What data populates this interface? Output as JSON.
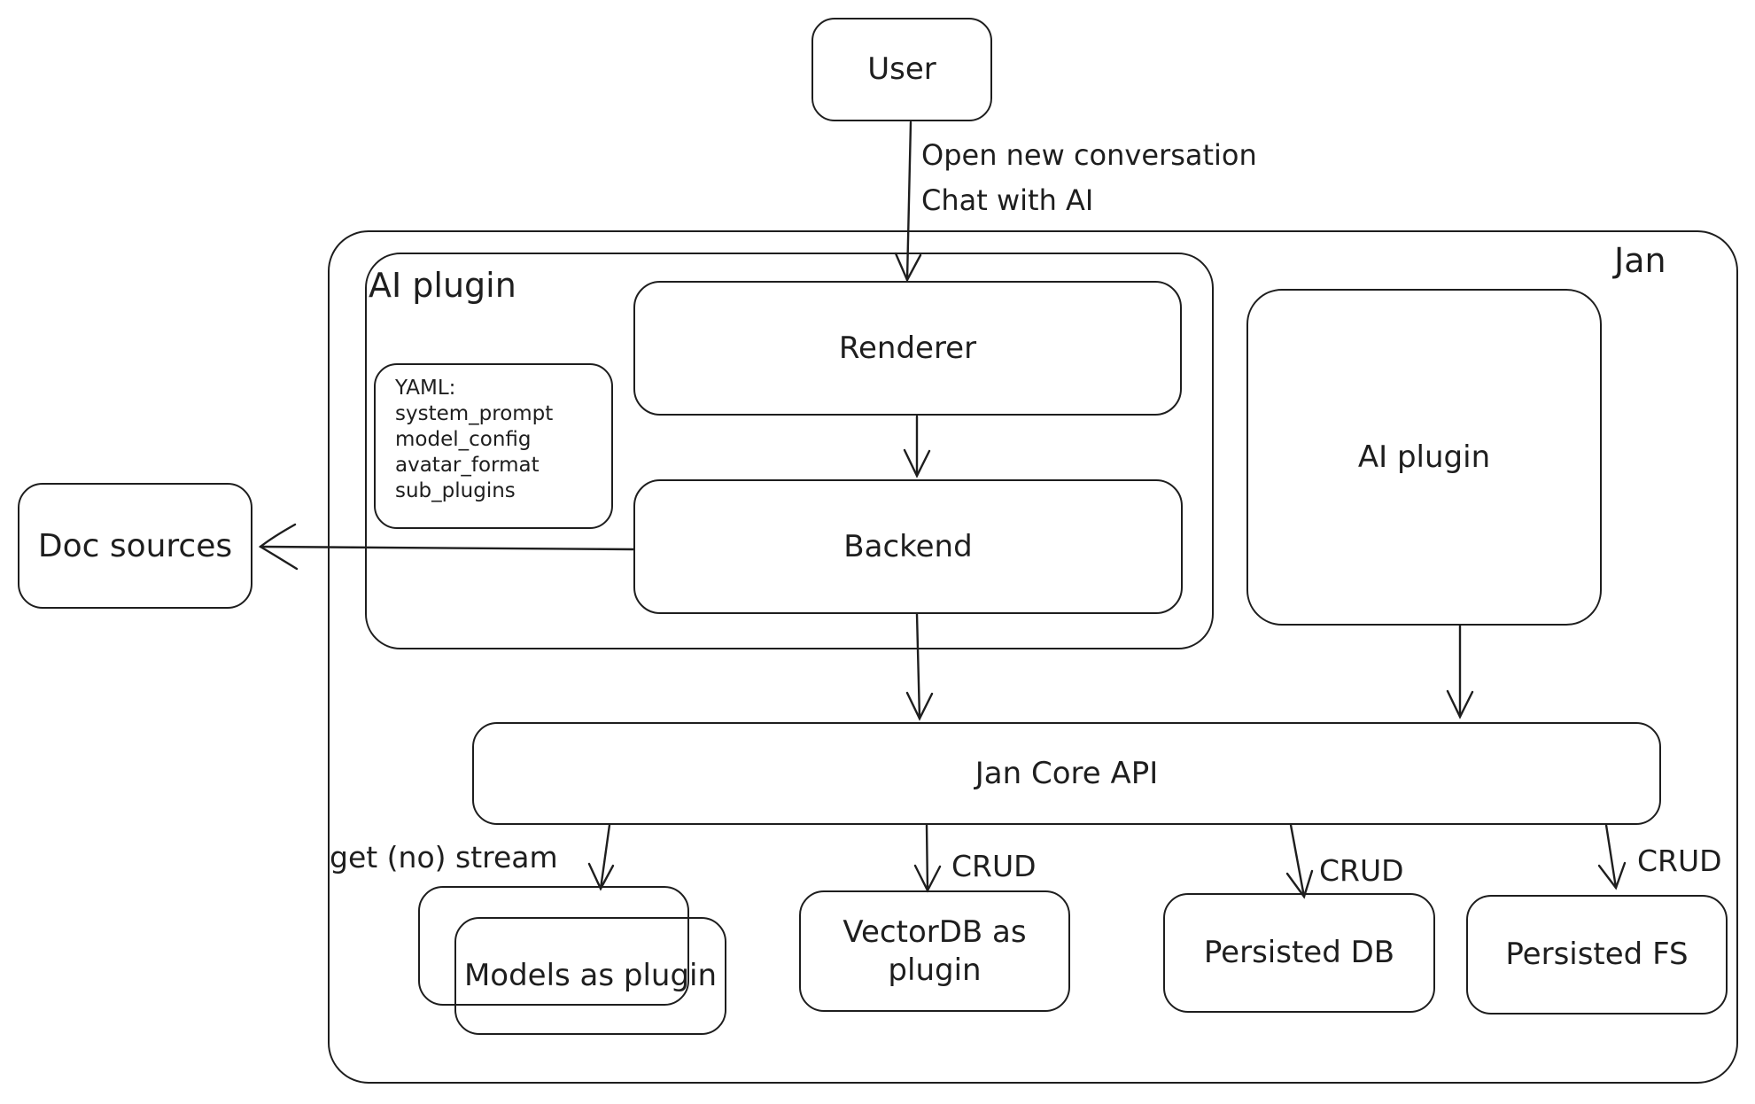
{
  "colors": {
    "stroke": "#1e1e1e",
    "background": "#ffffff"
  },
  "nodes": {
    "user": "User",
    "jan": "Jan",
    "ai_plugin_left": "AI plugin",
    "renderer": "Renderer",
    "backend": "Backend",
    "ai_plugin_right": "AI plugin",
    "doc_sources": "Doc sources",
    "jan_core_api": "Jan Core API",
    "models_as_plugin": "Models as plugin",
    "vectordb_as_plugin": "VectorDB as plugin",
    "persisted_db": "Persisted DB",
    "persisted_fs": "Persisted FS"
  },
  "yaml_note": {
    "lines": [
      "YAML:",
      "system_prompt",
      "model_config",
      "avatar_format",
      "sub_plugins"
    ]
  },
  "edge_labels": {
    "user_to_renderer_line1": "Open new conversation",
    "user_to_renderer_line2": "Chat with AI",
    "jancore_to_models": "get (no) stream",
    "jancore_to_vectordb": "CRUD",
    "jancore_to_persisted_db": "CRUD",
    "jancore_to_persisted_fs": "CRUD"
  }
}
